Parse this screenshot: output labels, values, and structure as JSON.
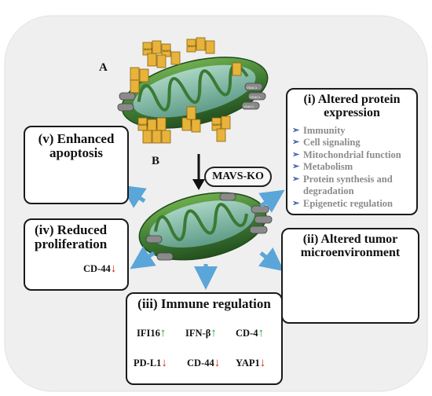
{
  "labels": {
    "a": "A",
    "b": "B"
  },
  "knockout_label": "MAVS-KO",
  "mavs_tag": "MAVS",
  "vdac_tag": "VDAC1",
  "panels": {
    "altered_protein": {
      "title": "(i) Altered protein expression",
      "items": [
        "Immunity",
        "Cell signaling",
        "Mitochondrial function",
        "Metabolism",
        "Protein synthesis and degradation",
        "Epigenetic regulation"
      ]
    },
    "tumor_microenvironment": {
      "title": "(ii) Altered tumor microenvironment"
    },
    "immune_regulation": {
      "title": "(iii) Immune regulation",
      "markers": [
        {
          "name": "IFI16",
          "direction": "up"
        },
        {
          "name": "IFN-β",
          "direction": "up"
        },
        {
          "name": "CD-4",
          "direction": "up"
        },
        {
          "name": "PD-L1",
          "direction": "down"
        },
        {
          "name": "CD-44",
          "direction": "down"
        },
        {
          "name": "YAP1",
          "direction": "down"
        }
      ]
    },
    "reduced_proliferation": {
      "title": "(iv) Reduced proliferation",
      "marker": "CD-44",
      "direction": "down"
    },
    "enhanced_apoptosis": {
      "title": "(v) Enhanced apoptosis"
    }
  },
  "colors": {
    "background": "#efefef",
    "arrow": "#5aa6d8",
    "membrane": "#3e7d3a",
    "matrix": "#7fb8a6",
    "mavs": "#e8b33a",
    "up": "#1b9e3a",
    "down": "#d0201a",
    "bullet": "#3c5fa8"
  }
}
